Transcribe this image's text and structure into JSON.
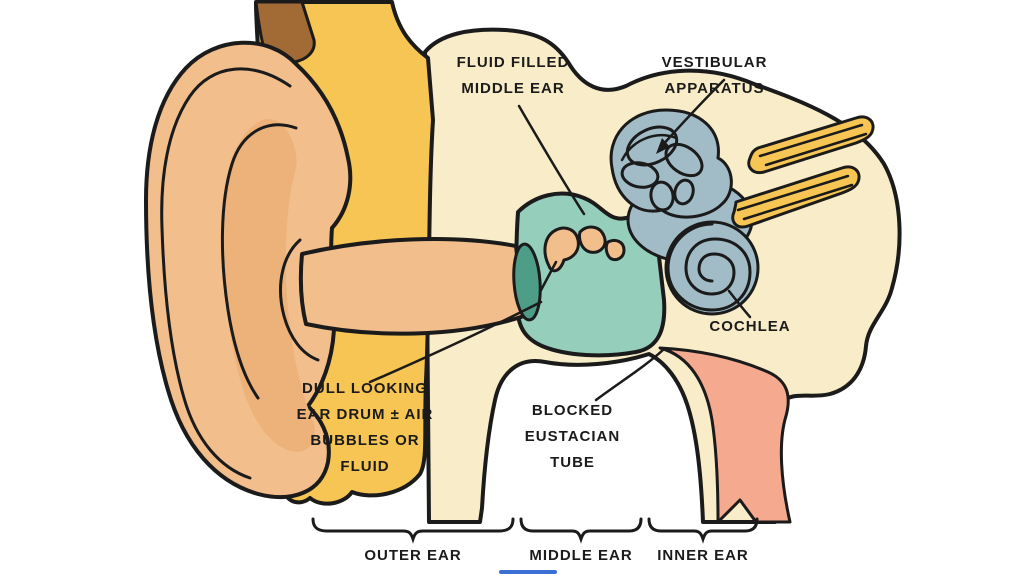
{
  "title": "Hand-drawn ear anatomy diagram (ear infection)",
  "colors": {
    "outline": "#1b1b1b",
    "yellow": "#F7C553",
    "cream": "#F8EDC8",
    "peach": "#F2BE8C",
    "peach_shade": "#ECB27A",
    "brown": "#A26B35",
    "teal": "#95CEBA",
    "teal_dark": "#4E9D86",
    "gray_blue": "#A2BCC7",
    "pink": "#F5A98F",
    "accent_blue": "#3B6FD4"
  },
  "labels": {
    "fluid_filled": {
      "line1": "FLUID FILLED",
      "line2": "MIDDLE EAR"
    },
    "vestibular": "VESTIBULAR APPARATUS",
    "cochlea": "COCHLEA",
    "dull": {
      "line1": "DULL LOOKING",
      "line2": "EAR DRUM ± AIR",
      "line3": "BUBBLES OR FLUID"
    },
    "blocked": {
      "line1": "BLOCKED",
      "line2": "EUSTACIAN",
      "line3": "TUBE"
    },
    "regions": {
      "outer": "OUTER EAR",
      "middle": "MIDDLE EAR",
      "inner": "INNER EAR"
    }
  }
}
